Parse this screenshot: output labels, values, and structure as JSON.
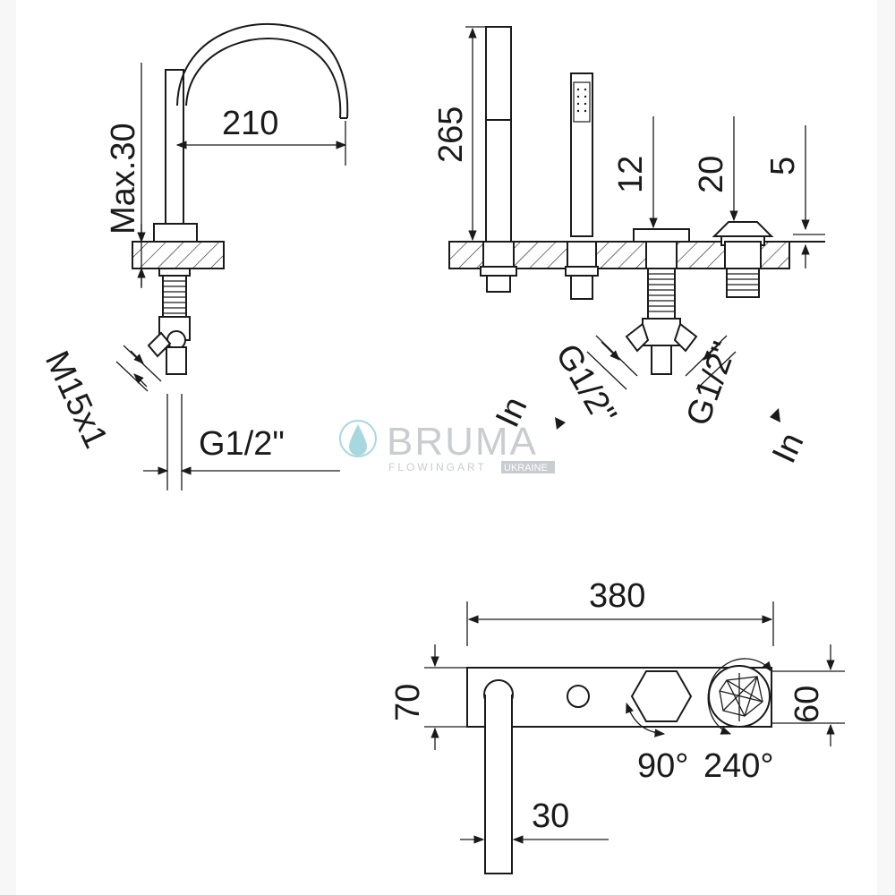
{
  "watermark": {
    "brand": "BRUMA",
    "tagline": "FLOWINGART",
    "tag": "UKRAINE"
  },
  "side_view": {
    "spout_reach": "210",
    "max_deck": "Max.30",
    "hose_thread": "M15x1",
    "supply_thread": "G1/2\""
  },
  "front_view": {
    "height": "265",
    "dim_12": "12",
    "dim_20": "20",
    "dim_5": "5",
    "left_thread": "G1/2\"",
    "right_thread": "G1/2\"",
    "left_inlet": "In",
    "right_inlet": "In"
  },
  "plan_view": {
    "width": "380",
    "depth": "70",
    "handle_depth": "60",
    "spout_diameter": "30",
    "rotation_left": "90°",
    "rotation_right": "240°"
  },
  "colors": {
    "line": "#1a1a1a",
    "background": "#f7f7f7",
    "watermark": "#c9ccd0",
    "watermark_drop": "#a8d8df"
  }
}
